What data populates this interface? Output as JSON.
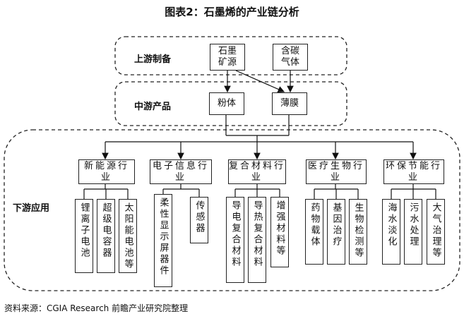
{
  "title": "图表2：石墨烯的产业链分析",
  "source": "资料来源：CGIA Research 前瞻产业研究院整理",
  "tiers": {
    "upstream": "上游制备",
    "midstream": "中游产品",
    "downstream": "下游应用"
  },
  "upstream": [
    "石墨矿源",
    "含碳气体"
  ],
  "midstream": [
    "粉体",
    "薄膜"
  ],
  "downstream": [
    {
      "name": "新能源行业",
      "items": [
        "锂离子电池",
        "超级电容器",
        "太阳能电池等"
      ]
    },
    {
      "name": "电子信息行业",
      "items": [
        "柔性显示屏器件",
        "传感器"
      ]
    },
    {
      "name": "复合材料行业",
      "items": [
        "导电复合材料",
        "导热复合材料",
        "增强材料等"
      ]
    },
    {
      "name": "医疗生物行业",
      "items": [
        "药物载体",
        "基因治疗",
        "生物检测等"
      ]
    },
    {
      "name": "环保节能行业",
      "items": [
        "海水淡化",
        "污水处理",
        "大气治理等"
      ]
    }
  ]
}
